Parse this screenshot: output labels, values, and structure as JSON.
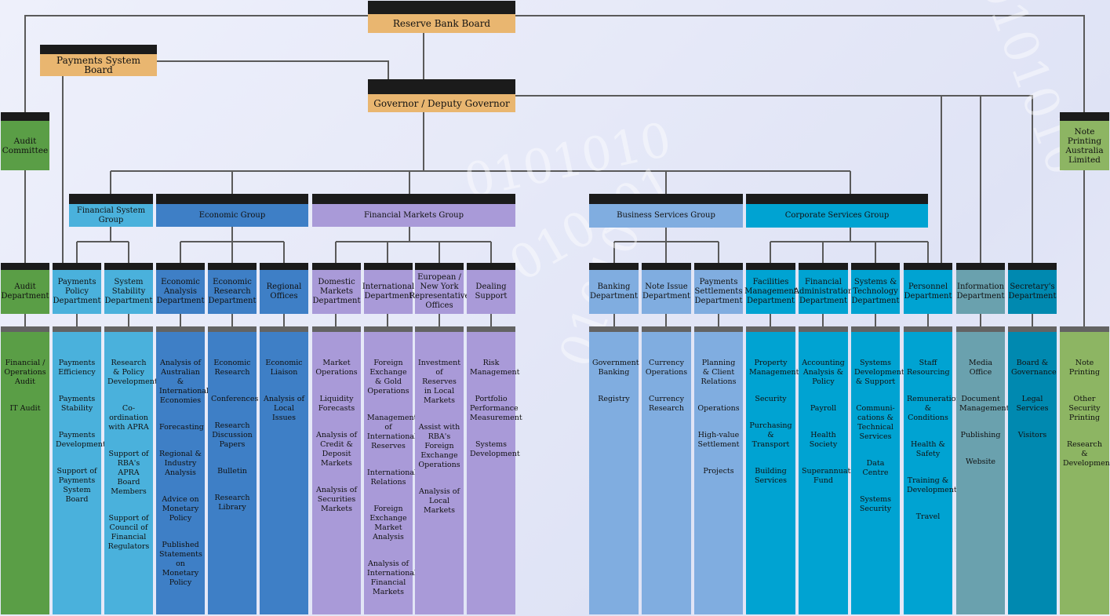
{
  "board": {
    "reserve_bank_board": "Reserve Bank Board",
    "payments_system_board": "Payments System Board",
    "governor": "Governor / Deputy Governor",
    "audit_committee": "Audit Committee",
    "note_printing": "Note Printing Australia Limited"
  },
  "groups": {
    "financial_system": "Financial System Group",
    "economic": "Economic Group",
    "financial_markets": "Financial Markets Group",
    "business_services": "Business Services Group",
    "corporate_services": "Corporate Services Group"
  },
  "departments": [
    {
      "name": "Audit Department",
      "functions": [
        "Financial / Operations Audit",
        "IT Audit"
      ]
    },
    {
      "name": "Payments Policy Department",
      "functions": [
        "Payments Efficiency",
        "Payments Stability",
        "Payments Developments",
        "Support of Payments System Board"
      ]
    },
    {
      "name": "System Stability Department",
      "functions": [
        "Research & Policy Development",
        "Co-ordination with APRA",
        "Support of RBA's APRA Board Members",
        "Support of Council of Financial Regulators"
      ]
    },
    {
      "name": "Economic Analysis Department",
      "functions": [
        "Analysis of Australian & International Economies",
        "Forecasting",
        "Regional & Industry Analysis",
        "Advice on Monetary Policy",
        "Published Statements on Monetary Policy"
      ]
    },
    {
      "name": "Economic Research Department",
      "functions": [
        "Economic Research",
        "Conferences",
        "Research Discussion Papers",
        "Bulletin",
        "Research Library"
      ]
    },
    {
      "name": "Regional Offices",
      "functions": [
        "Economic Liaison",
        "Analysis of Local Issues"
      ]
    },
    {
      "name": "Domestic Markets Department",
      "functions": [
        "Market Operations",
        "Liquidity Forecasts",
        "Analysis of Credit & Deposit Markets",
        "Analysis of Securities Markets"
      ]
    },
    {
      "name": "International Department",
      "functions": [
        "Foreign Exchange & Gold Operations",
        "Management of International Reserves",
        "International Relations",
        "Foreign Exchange Market Analysis",
        "Analysis of International Financial Markets"
      ]
    },
    {
      "name": "European / New York Representative Offices",
      "functions": [
        "Investment of Reserves in Local Markets",
        "Assist with RBA's Foreign Exchange Operations",
        "Analysis of Local Markets"
      ]
    },
    {
      "name": "Dealing Support",
      "functions": [
        "Risk Management",
        "Portfolio Performance Measurement",
        "Systems Development"
      ]
    },
    {
      "name": "Banking Department",
      "functions": [
        "Government Banking",
        "Registry"
      ]
    },
    {
      "name": "Note Issue Department",
      "functions": [
        "Currency Operations",
        "Currency Research"
      ]
    },
    {
      "name": "Payments Settlements Department",
      "functions": [
        "Planning & Client Relations",
        "Operations",
        "High-value Settlement",
        "Projects"
      ]
    },
    {
      "name": "Facilities Management Department",
      "functions": [
        "Property Management",
        "Security",
        "Purchasing & Transport",
        "Building Services"
      ]
    },
    {
      "name": "Financial Administration Department",
      "functions": [
        "Accounting Analysis & Policy",
        "Payroll",
        "Health Society",
        "Superannuation Fund"
      ]
    },
    {
      "name": "Systems & Technology Department",
      "functions": [
        "Systems Development & Support",
        "Communi-cations & Technical Services",
        "Data Centre",
        "Systems Security"
      ]
    },
    {
      "name": "Personnel Department",
      "functions": [
        "Staff Resourcing",
        "Remuneration & Conditions",
        "Health & Safety",
        "Training & Development",
        "Travel"
      ]
    },
    {
      "name": "Information Department",
      "functions": [
        "Media Office",
        "Document Management",
        "Publishing",
        "Website"
      ]
    },
    {
      "name": "Secretary's Department",
      "functions": [
        "Board & Governance",
        "Legal Services",
        "Visitors"
      ]
    }
  ],
  "npa_functions": [
    "Note Printing",
    "Other Security Printing",
    "Research & Development"
  ],
  "colors": {
    "board": "#e9b670",
    "audit": "#5a9e46",
    "npa": "#8db563",
    "financial_system": "#4ab1dc",
    "economic": "#3e7fc6",
    "financial_markets": "#a99ad8",
    "business_services": "#80ade0",
    "corporate_services": "#00a3d2",
    "information": "#6aa1ae",
    "secretary": "#0089b0",
    "header_bar": "#1b1b1b"
  }
}
